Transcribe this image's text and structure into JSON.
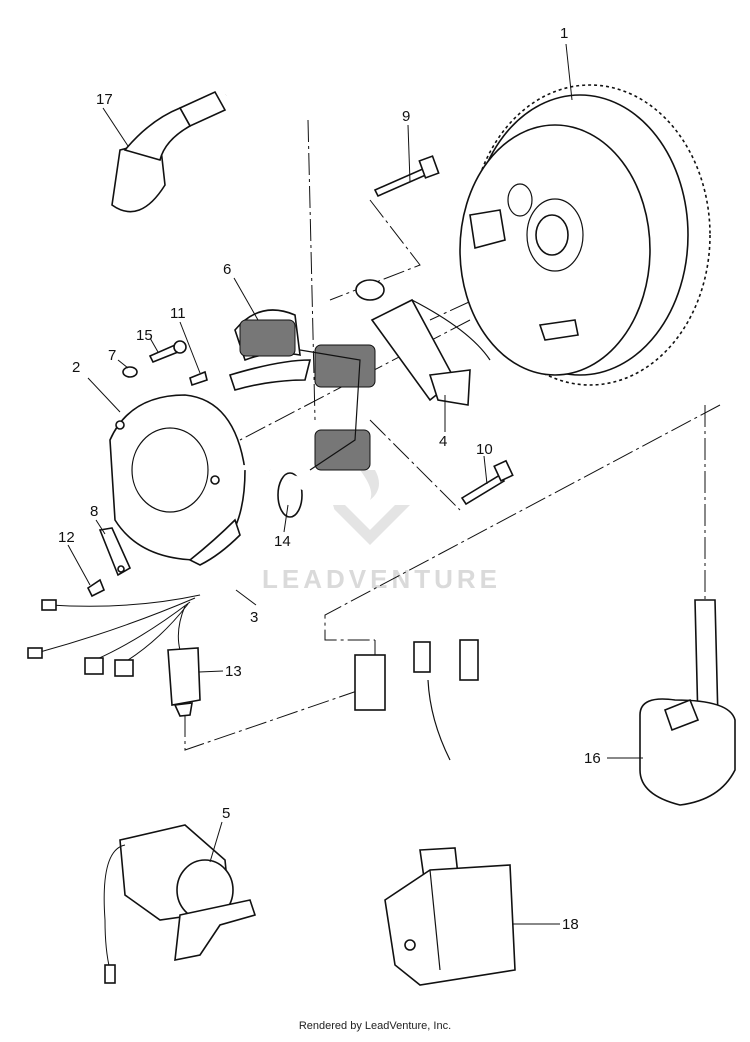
{
  "parts": [
    {
      "number": "1"
    },
    {
      "number": "2"
    },
    {
      "number": "3"
    },
    {
      "number": "4"
    },
    {
      "number": "5"
    },
    {
      "number": "6"
    },
    {
      "number": "7"
    },
    {
      "number": "8"
    },
    {
      "number": "9"
    },
    {
      "number": "10"
    },
    {
      "number": "11"
    },
    {
      "number": "12"
    },
    {
      "number": "13"
    },
    {
      "number": "14"
    },
    {
      "number": "15"
    },
    {
      "number": "16"
    },
    {
      "number": "17"
    },
    {
      "number": "18"
    }
  ],
  "watermark": {
    "text": "LEADVENTURE"
  },
  "footer": {
    "text": "Rendered by LeadVenture, Inc."
  },
  "colors": {
    "line": "#111111",
    "background": "#ffffff",
    "watermark": "#dadada"
  }
}
